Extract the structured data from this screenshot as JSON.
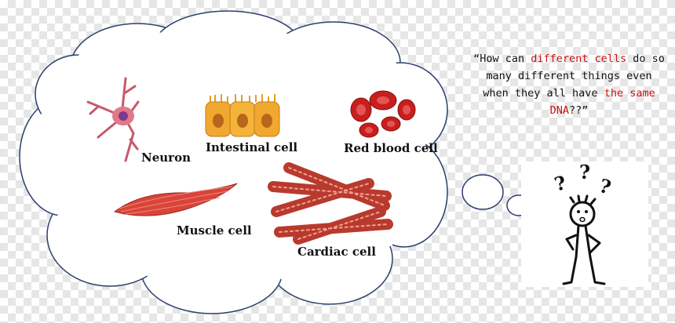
{
  "cells": {
    "neuron": "Neuron",
    "intestinal": "Intestinal cell",
    "red_blood": "Red blood cell",
    "muscle": "Muscle cell",
    "cardiac": "Cardiac cell"
  },
  "quote": {
    "open": "“How can ",
    "hl1": "different cells",
    "mid": " do so many different things even when they all have ",
    "hl2": "the same DNA",
    "close": "??”"
  },
  "colors": {
    "highlight": "#cc1111",
    "cloud_outline": "#2a3f6b"
  },
  "figure_marks": [
    "?",
    "?",
    "?"
  ]
}
